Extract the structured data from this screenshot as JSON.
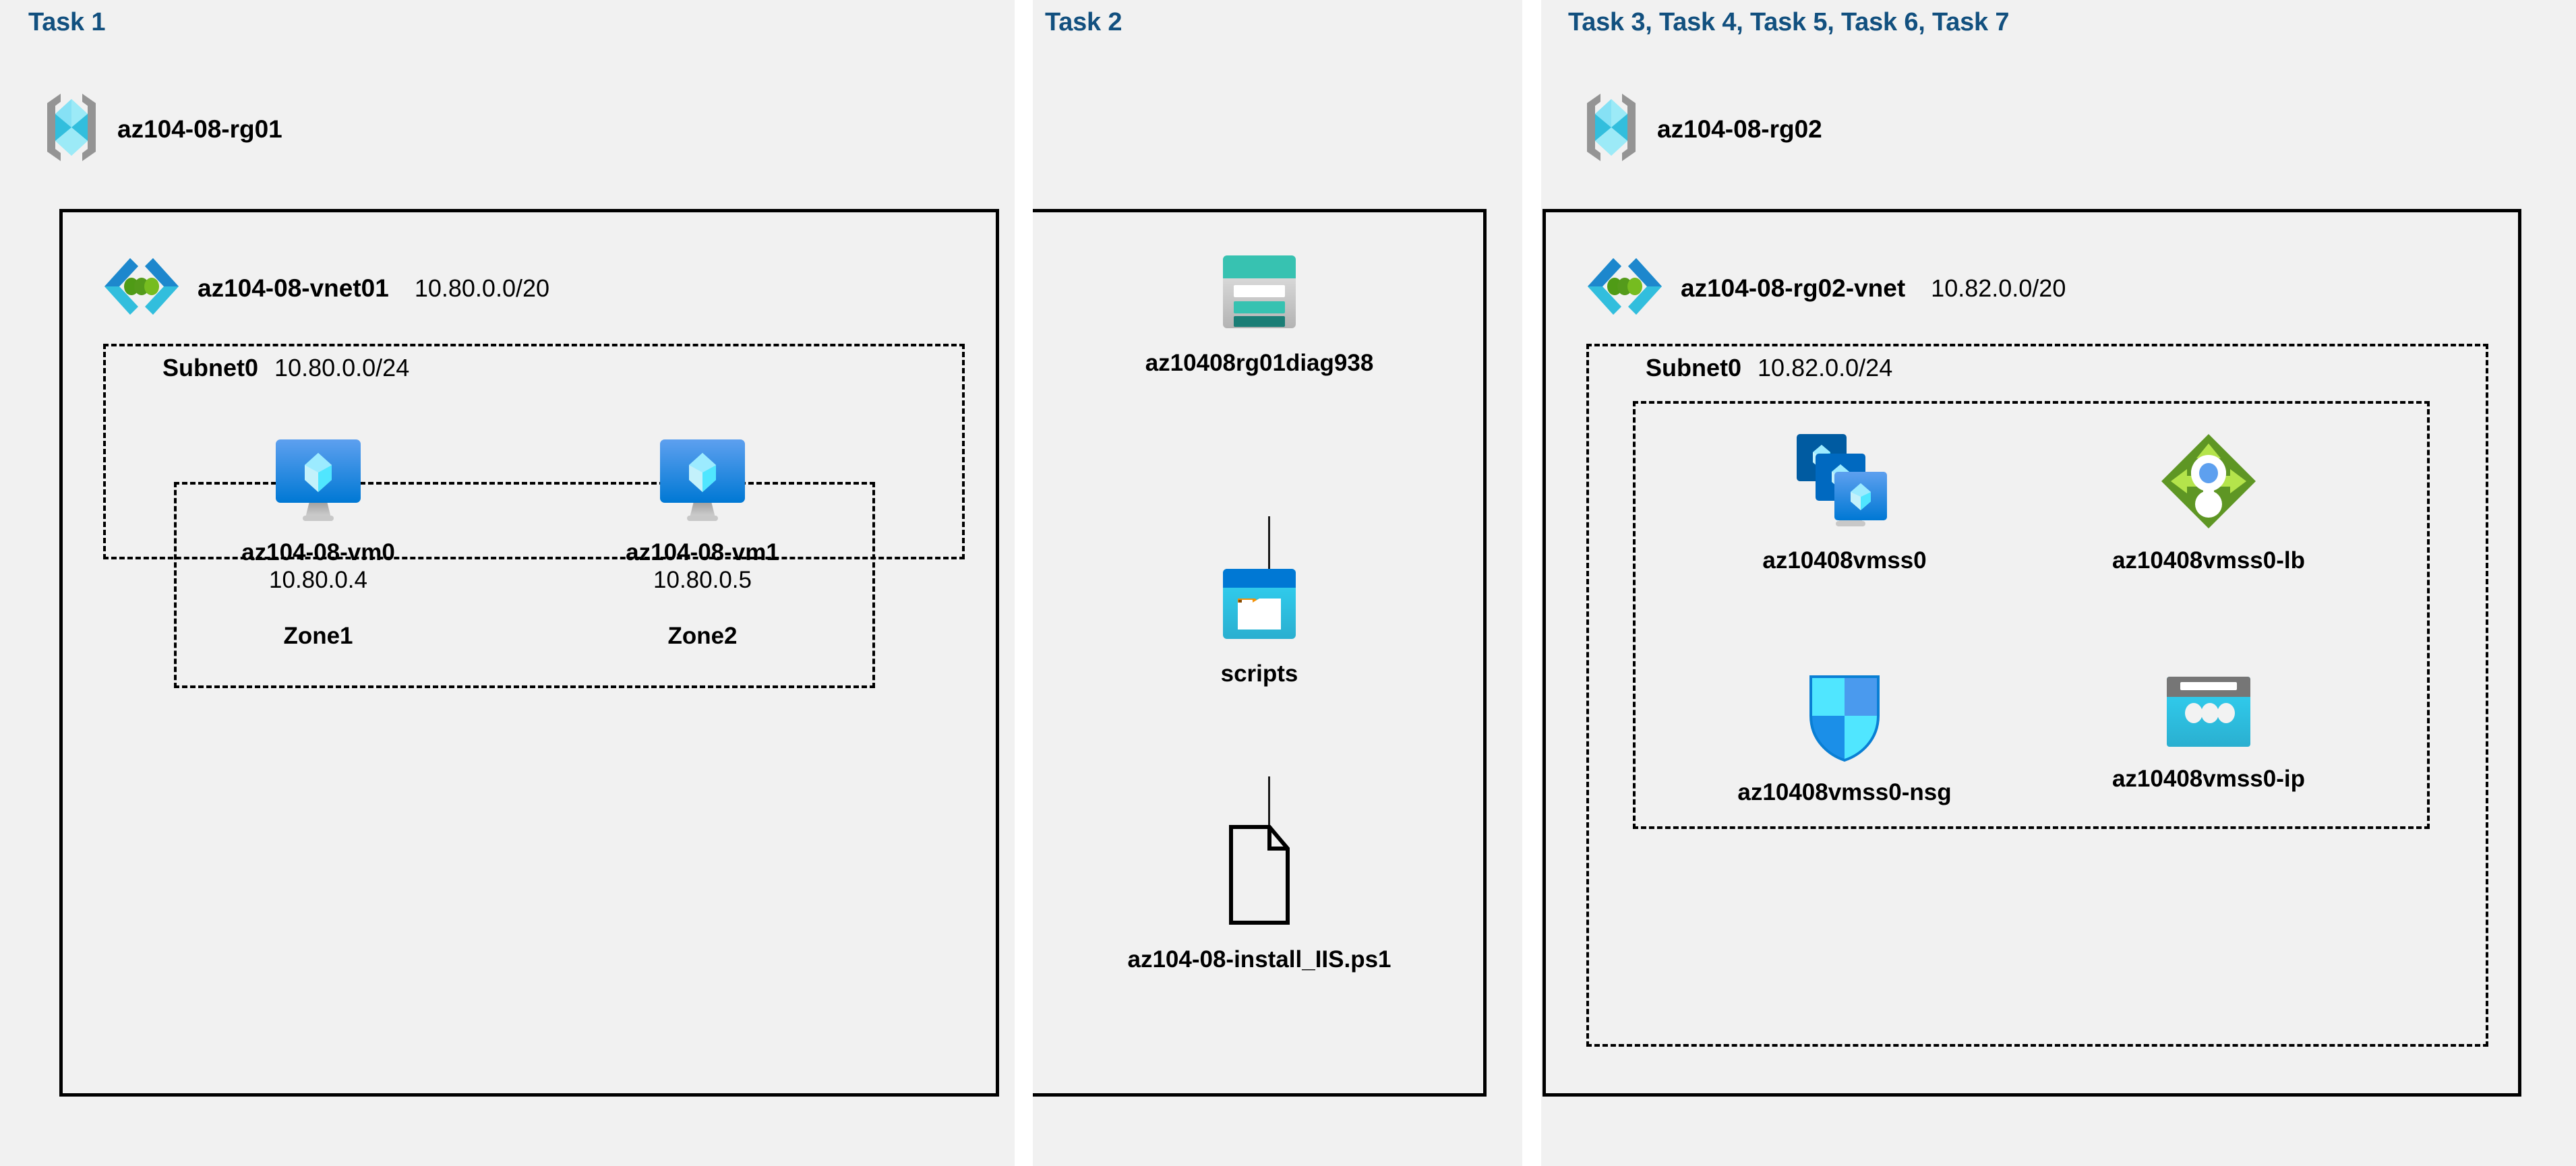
{
  "columns": {
    "task1": {
      "heading": "Task 1",
      "resource_group": {
        "name": "az104-08-rg01",
        "icon": "resource-group-icon"
      },
      "vnet": {
        "name": "az104-08-vnet01",
        "cidr": "10.80.0.0/20",
        "icon": "virtual-network-icon"
      },
      "subnet": {
        "name": "Subnet0",
        "cidr": "10.80.0.0/24"
      },
      "vms": [
        {
          "icon": "virtual-machine-icon",
          "name": "az104-08-vm0",
          "ip": "10.80.0.4",
          "zone": "Zone1"
        },
        {
          "icon": "virtual-machine-icon",
          "name": "az104-08-vm1",
          "ip": "10.80.0.5",
          "zone": "Zone2"
        }
      ]
    },
    "task2": {
      "heading": "Task 2",
      "items": [
        {
          "icon": "storage-account-icon",
          "name": "az10408rg01diag938"
        },
        {
          "icon": "blob-container-icon",
          "name": "scripts"
        },
        {
          "icon": "file-icon",
          "name": "az104-08-install_IIS.ps1"
        }
      ]
    },
    "task3": {
      "heading": "Task 3, Task 4, Task 5, Task 6, Task 7",
      "resource_group": {
        "name": "az104-08-rg02",
        "icon": "resource-group-icon"
      },
      "vnet": {
        "name": "az104-08-rg02-vnet",
        "cidr": "10.82.0.0/20",
        "icon": "virtual-network-icon"
      },
      "subnet": {
        "name": "Subnet0",
        "cidr": "10.82.0.0/24"
      },
      "resources": [
        {
          "icon": "vm-scale-set-icon",
          "name": "az10408vmss0"
        },
        {
          "icon": "load-balancer-icon",
          "name": "az10408vmss0-lb"
        },
        {
          "icon": "network-security-group-icon",
          "name": "az10408vmss0-nsg"
        },
        {
          "icon": "public-ip-address-icon",
          "name": "az10408vmss0-ip"
        }
      ]
    }
  },
  "colors": {
    "task_heading": "#12507f",
    "panel_background": "#f1f1f1",
    "border": "#000000",
    "azure_blue": "#0078d4",
    "cyan": "#32bedd",
    "teal": "#2fb7ab",
    "green": "#7ab800",
    "orange": "#f2920a"
  }
}
